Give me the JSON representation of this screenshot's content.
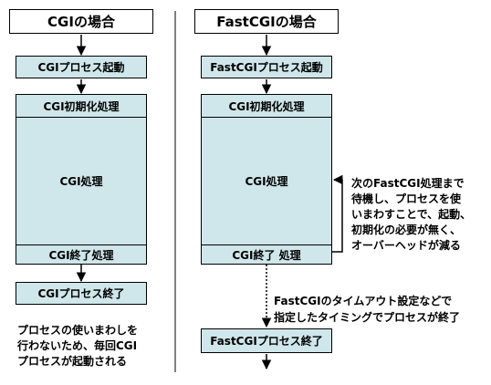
{
  "left": {
    "title": "CGIの場合",
    "start_box": "CGIプロセス起動",
    "init": "CGI初期化処理",
    "process": "CGI処理",
    "end_process": "CGI終了処理",
    "end_box": "CGIプロセス終了",
    "note_lines": [
      "プロセスの使いまわしを",
      "行わないため、毎回CGI",
      "プロセスが起動される"
    ]
  },
  "right": {
    "title": "FastCGIの場合",
    "start_box": "FastCGIプロセス起動",
    "init": "CGI初期化処理",
    "process": "CGI処理",
    "end_process": "CGI終了 処理",
    "end_box": "FastCGIプロセス終了",
    "side_note_lines": [
      "次のFastCGI処理まで",
      "待機し、プロセスを使",
      "いまわすことで、起動、",
      "初期化の必要が無く、",
      "オーバーヘッドが減る"
    ],
    "timeout_note_lines": [
      "FastCGIのタイムアウト設定などで",
      "指定したタイミングでプロセスが終了"
    ]
  },
  "colors": {
    "box_fill": "#cfe6ea",
    "line": "#000000"
  }
}
